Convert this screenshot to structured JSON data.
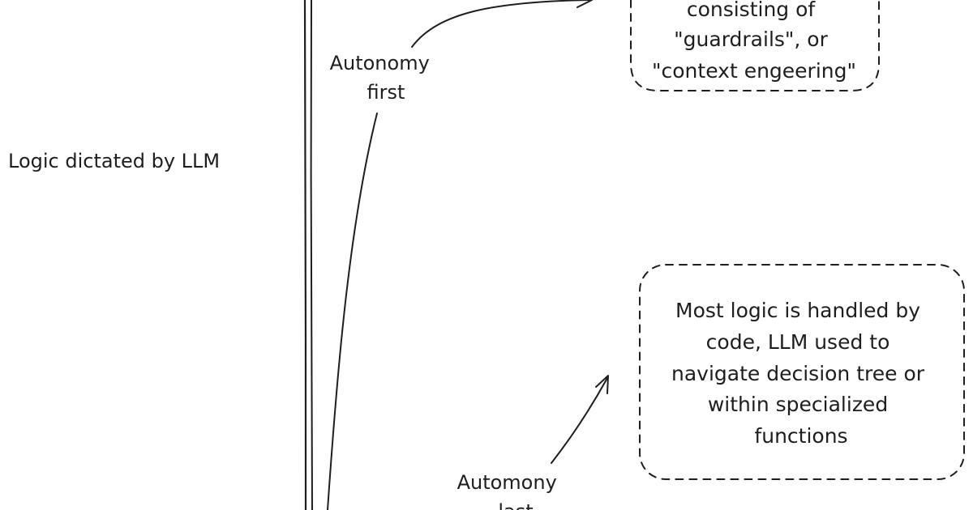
{
  "axis": {
    "label": "Logic dictated by LLM"
  },
  "curve_labels": {
    "top": [
      "Autonomy",
      "first"
    ],
    "bottom": [
      "Automony",
      "last"
    ]
  },
  "boxes": {
    "top": {
      "lines": [
        "consisting of",
        "\"guardrails\", or",
        "\"context engeering\""
      ]
    },
    "bottom": {
      "lines": [
        "Most logic is handled by",
        "code, LLM used to",
        "navigate decision tree or",
        "within specialized",
        "functions"
      ]
    }
  },
  "colors": {
    "ink": "#1e1e1e",
    "background": "#ffffff"
  }
}
